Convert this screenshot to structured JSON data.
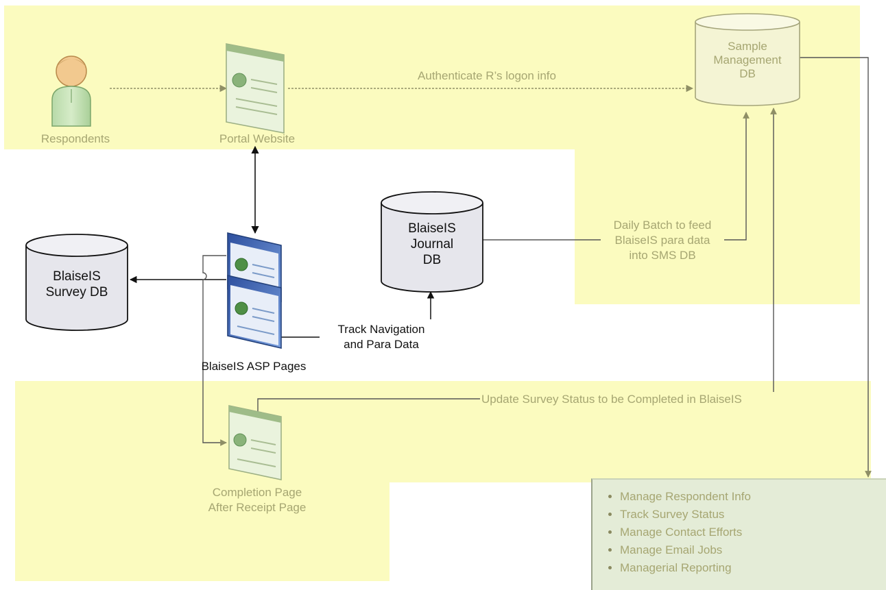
{
  "nodes": {
    "respondents": "Respondents",
    "portal_website": "Portal Website",
    "sample_db": [
      "Sample",
      "Management",
      "DB"
    ],
    "journal_db": [
      "BlaiseIS",
      "Journal",
      "DB"
    ],
    "survey_db": [
      "BlaiseIS",
      "Survey DB"
    ],
    "asp_pages": "BlaiseIS ASP Pages",
    "completion_page": [
      "Completion Page",
      "After Receipt Page"
    ]
  },
  "edges": {
    "authenticate": "Authenticate R’s logon info",
    "daily_batch": [
      "Daily Batch to feed",
      "BlaiseIS para data",
      "into SMS DB"
    ],
    "track_navigation": [
      "Track Navigation",
      "and Para Data"
    ],
    "update_status": "Update Survey Status to be Completed in BlaiseIS"
  },
  "sms_functions": [
    "Manage Respondent Info",
    "Track Survey Status",
    "Manage Contact Efforts",
    "Manage Email Jobs",
    "Managerial Reporting"
  ],
  "colors": {
    "highlight": "#fbfbbf",
    "faded_text": "#a6a672",
    "db_fill": "#e6e6ec",
    "panel_fill": "#e4ecd7"
  }
}
